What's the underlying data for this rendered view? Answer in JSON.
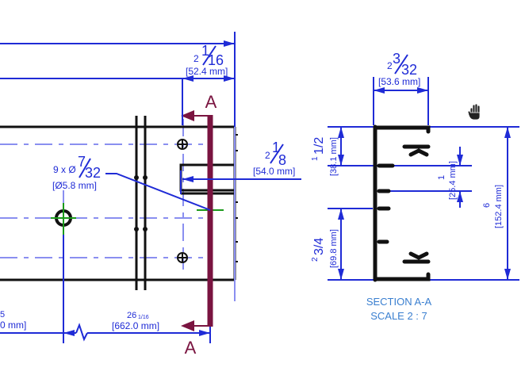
{
  "colors": {
    "dimension": "#1f2bd6",
    "centerline": "#8a8ff0",
    "geometry": "#111111",
    "cut_line": "#7a1440",
    "section_label": "#3a7fd0",
    "marker": "#1a9a1a"
  },
  "cursor": {
    "icon": "hand-pan-icon"
  },
  "section_marks": {
    "top": "A",
    "bottom": "A"
  },
  "dims": {
    "top_width": {
      "whole": "2",
      "num": "1",
      "den": "16",
      "mm": "[52.4 mm]"
    },
    "right_offset": {
      "whole": "2",
      "num": "1",
      "den": "8",
      "mm": "[54.0 mm]"
    },
    "holes": {
      "prefix": "9 x Ø",
      "num": "7",
      "den": "32",
      "mm": "[Ø5.8 mm]"
    },
    "bottom_left": {
      "whole": "5",
      "mm": "0 mm]"
    },
    "bottom_center": {
      "whole": "26",
      "frac": "1/16",
      "mm": "[662.0 mm]"
    },
    "section_top": {
      "whole": "2",
      "num": "3",
      "den": "32",
      "mm": "[53.6 mm]"
    },
    "section_left_top": {
      "whole": "1",
      "frac": "1/2",
      "mm": "[38.1 mm]"
    },
    "section_inner": {
      "whole": "1",
      "mm": "[25.4 mm]"
    },
    "section_height": {
      "whole": "6",
      "mm": "[152.4 mm]"
    },
    "section_left_bottom": {
      "whole": "2",
      "frac": "3/4",
      "mm": "[69.8 mm]"
    }
  },
  "section_title": "SECTION A-A",
  "section_scale": "SCALE 2 : 7"
}
